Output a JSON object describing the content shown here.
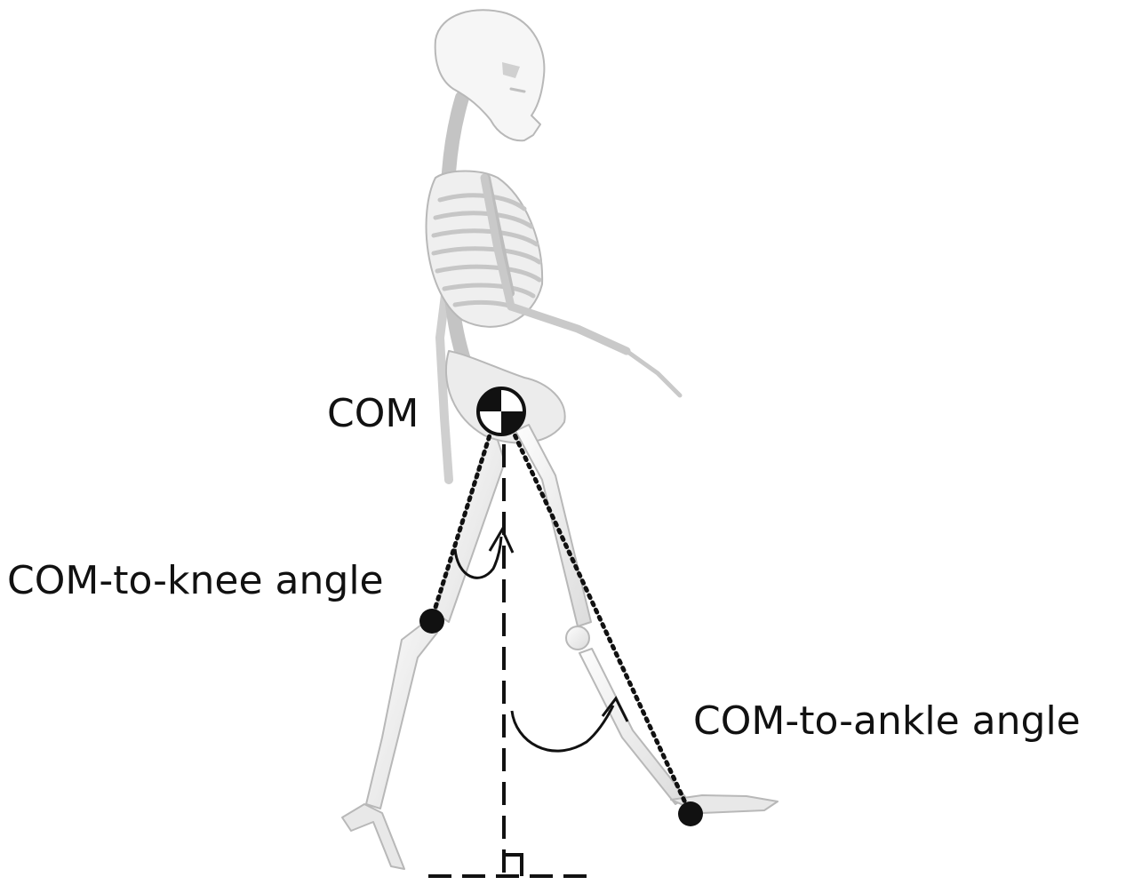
{
  "labels": {
    "com": "COM",
    "com_to_knee": "COM-to-knee angle",
    "com_to_ankle": "COM-to-ankle angle"
  },
  "icons": {
    "com_marker": "com-target-icon",
    "joint_marker": "filled-dot-icon"
  },
  "colors": {
    "bone_fill": "#f4f4f4",
    "bone_stroke": "#b8b8b8",
    "line": "#111111",
    "background": "#ffffff"
  }
}
